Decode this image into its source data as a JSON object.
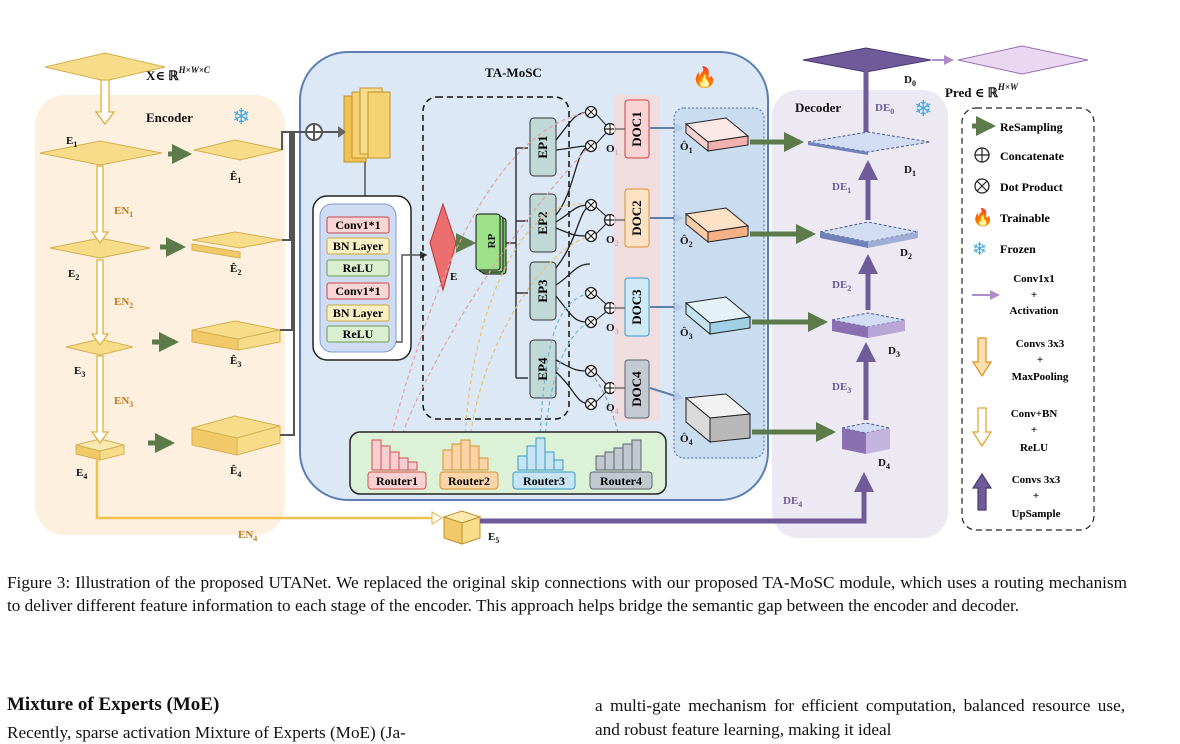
{
  "figure": {
    "input_label": "X∈ ℝ",
    "input_sup": "H×W×C",
    "encoder_title": "Encoder",
    "decoder_title": "Decoder",
    "tamosc_title": "TA-MoSC",
    "pred_label": "Pred ∈ ℝ",
    "pred_sup": "H×W",
    "encoder_levels": [
      "E",
      "E",
      "E",
      "E"
    ],
    "encoder_subs": [
      "1",
      "2",
      "3",
      "4"
    ],
    "en_labels": [
      "EN",
      "EN",
      "EN",
      "EN"
    ],
    "en_subs": [
      "1",
      "2",
      "3",
      "4"
    ],
    "e5_label": "E",
    "e5_sub": "5",
    "conv_stack": [
      "Conv1*1",
      "BN Layer",
      "ReLU",
      "Conv1*1",
      "BN Layer",
      "ReLU"
    ],
    "e_label": "E",
    "rp_label": "RP",
    "experts": [
      "EP1",
      "EP2",
      "EP3",
      "EP4"
    ],
    "docs": [
      "DOC1",
      "DOC2",
      "DOC3",
      "DOC4"
    ],
    "o_label": "O",
    "routers": [
      "Router1",
      "Router2",
      "Router3",
      "Router4"
    ],
    "d_labels": [
      "D",
      "D",
      "D",
      "D",
      "D"
    ],
    "d_subs": [
      "0",
      "1",
      "2",
      "3",
      "4"
    ],
    "de_labels": [
      "DE",
      "DE",
      "DE",
      "DE",
      "DE"
    ],
    "de_subs": [
      "0",
      "1",
      "2",
      "3",
      "4"
    ],
    "legend": [
      {
        "name": "resampling",
        "text": "ReSampling"
      },
      {
        "name": "concatenate",
        "text": "Concatenate"
      },
      {
        "name": "dot-product",
        "text": "Dot Product"
      },
      {
        "name": "trainable",
        "text": "Trainable"
      },
      {
        "name": "frozen",
        "text": "Frozen"
      },
      {
        "name": "conv1x1",
        "lines": [
          "Conv1x1",
          "+",
          "Activation"
        ]
      },
      {
        "name": "convs3x3-maxpool",
        "lines": [
          "Convs 3x3",
          "+",
          "MaxPooling"
        ]
      },
      {
        "name": "conv-bn-relu",
        "lines": [
          "Conv+BN",
          "+",
          "ReLU"
        ]
      },
      {
        "name": "convs3x3-upsample",
        "lines": [
          "Convs 3x3",
          "+",
          "UpSample"
        ]
      }
    ],
    "colors": {
      "encoder_bg": "#fdf0de",
      "tamosc_bg": "#dce8f6",
      "decoder_bg": "#ece9f3",
      "router_bg": "#dcf2d6",
      "gold": "#f7dc8a",
      "purple": "#6f5a9a",
      "green_arrow": "#5c7a4a"
    }
  },
  "caption": "Figure 3: Illustration of the proposed UTANet. We replaced the original skip connections with our proposed TA-MoSC module, which uses a routing mechanism to deliver different feature information to each stage of the encoder. This approach helps bridge the semantic gap between the encoder and decoder.",
  "section_heading": "Mixture of Experts (MoE)",
  "left_column_text": "Recently, sparse activation Mixture of Experts (MoE) (Ja-",
  "right_column_text": "a multi-gate mechanism for efficient computation, balanced resource use, and robust feature learning, making it ideal"
}
